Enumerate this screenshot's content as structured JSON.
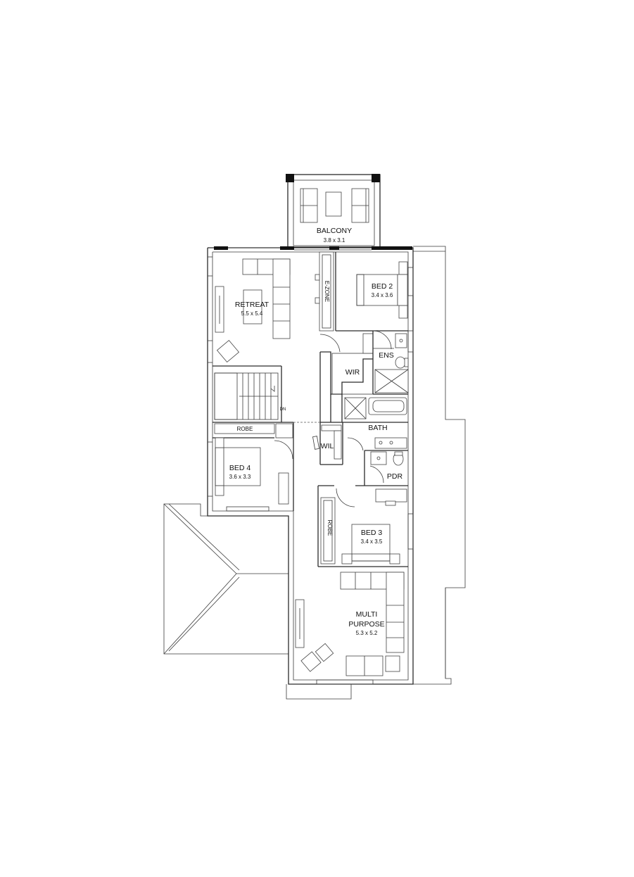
{
  "rooms": {
    "balcony": {
      "name": "BALCONY",
      "dims": "3.8 x 3.1"
    },
    "retreat": {
      "name": "RETREAT",
      "dims": "5.5 x 5.4"
    },
    "ezone": {
      "name": "E-ZONE"
    },
    "bed2": {
      "name": "BED 2",
      "dims": "3.4 x 3.6"
    },
    "ens": {
      "name": "ENS"
    },
    "wir": {
      "name": "WIR"
    },
    "robe_top": {
      "name": "ROBE"
    },
    "bath": {
      "name": "BATH"
    },
    "wil": {
      "name": "WIL"
    },
    "bed4": {
      "name": "BED 4",
      "dims": "3.6 x 3.3"
    },
    "pdr": {
      "name": "PDR"
    },
    "robe_side": {
      "name": "ROBE"
    },
    "bed3": {
      "name": "BED 3",
      "dims": "3.4 x 3.5"
    },
    "multi": {
      "name_line1": "MULTI",
      "name_line2": "PURPOSE",
      "dims": "5.3 x 5.2"
    },
    "stair_dn": {
      "name": "DN"
    }
  }
}
